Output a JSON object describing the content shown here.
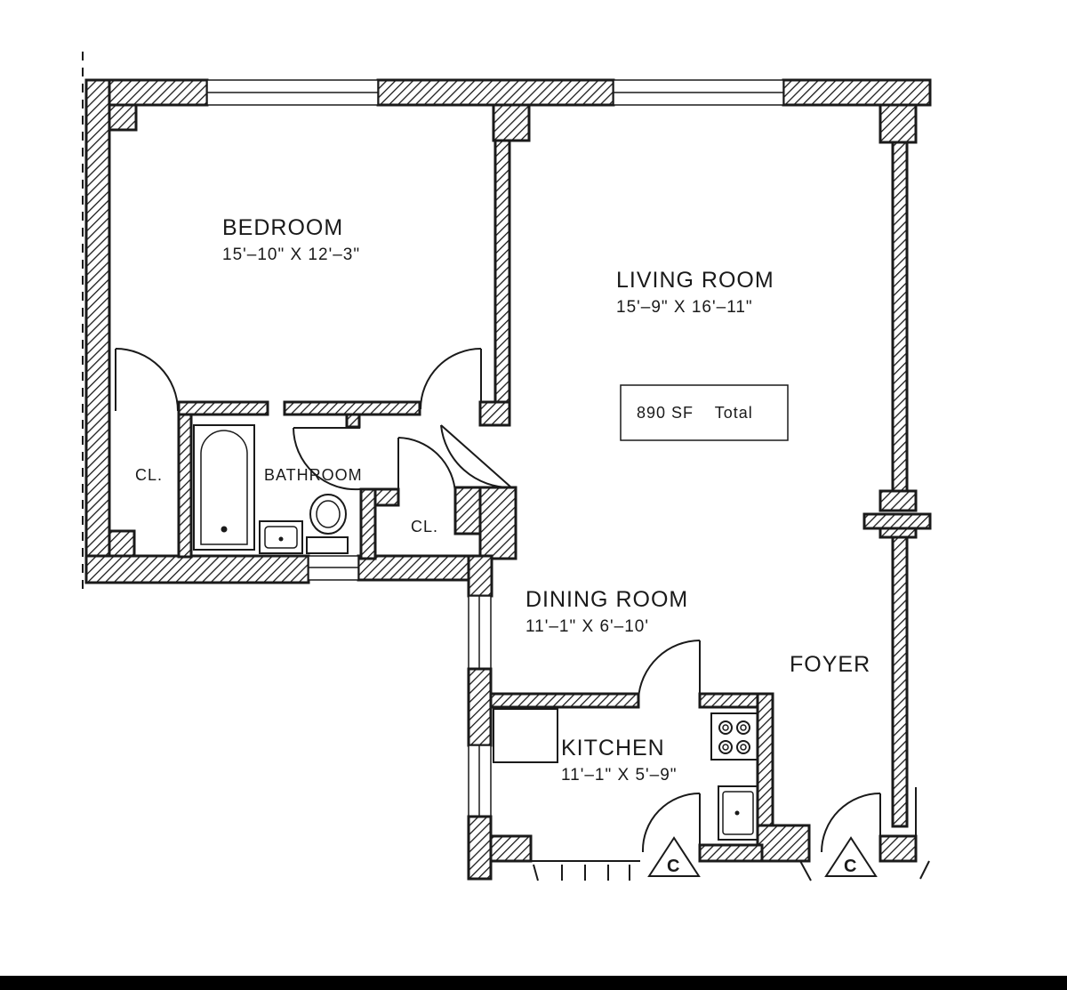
{
  "rooms": {
    "bedroom": {
      "name": "BEDROOM",
      "dims": "15'–10\" X 12'–3\""
    },
    "living_room": {
      "name": "LIVING ROOM",
      "dims": "15'–9\" X 16'–11\""
    },
    "dining_room": {
      "name": "DINING ROOM",
      "dims": "11'–1\" X 6'–10'"
    },
    "kitchen": {
      "name": "KITCHEN",
      "dims": "11'–1\" X 5'–9\""
    },
    "foyer": {
      "name": "FOYER"
    },
    "bathroom": {
      "name": "BATHROOM"
    },
    "closet_1": {
      "name": "CL."
    },
    "closet_2": {
      "name": "CL."
    }
  },
  "total_area": {
    "label": "890 SF    Total"
  },
  "markers": {
    "compactor_1": "C",
    "compactor_2": "C"
  },
  "colors": {
    "ink": "#1a1a1a",
    "background": "#ffffff"
  }
}
